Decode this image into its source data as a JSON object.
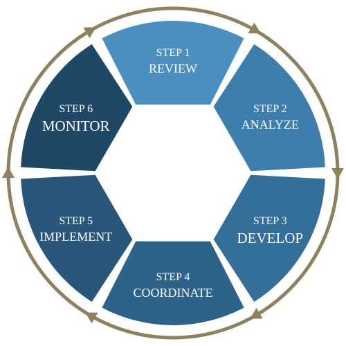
{
  "colors": {
    "ring": "#8e825d",
    "background": "#ffffff",
    "text": "#ffffff"
  },
  "cycle_direction": "clockwise",
  "steps": [
    {
      "number_label": "STEP 1",
      "name": "REVIEW",
      "color": "#4a8fbf"
    },
    {
      "number_label": "STEP 2",
      "name": "ANALYZE",
      "color": "#3d7eac"
    },
    {
      "number_label": "STEP 3",
      "name": "DEVELOP",
      "color": "#336f98"
    },
    {
      "number_label": "STEP 4",
      "name": "COORDINATE",
      "color": "#2d6289"
    },
    {
      "number_label": "STEP 5",
      "name": "IMPLEMENT",
      "color": "#28577b"
    },
    {
      "number_label": "STEP 6",
      "name": "MONITOR",
      "color": "#1f4766"
    }
  ]
}
